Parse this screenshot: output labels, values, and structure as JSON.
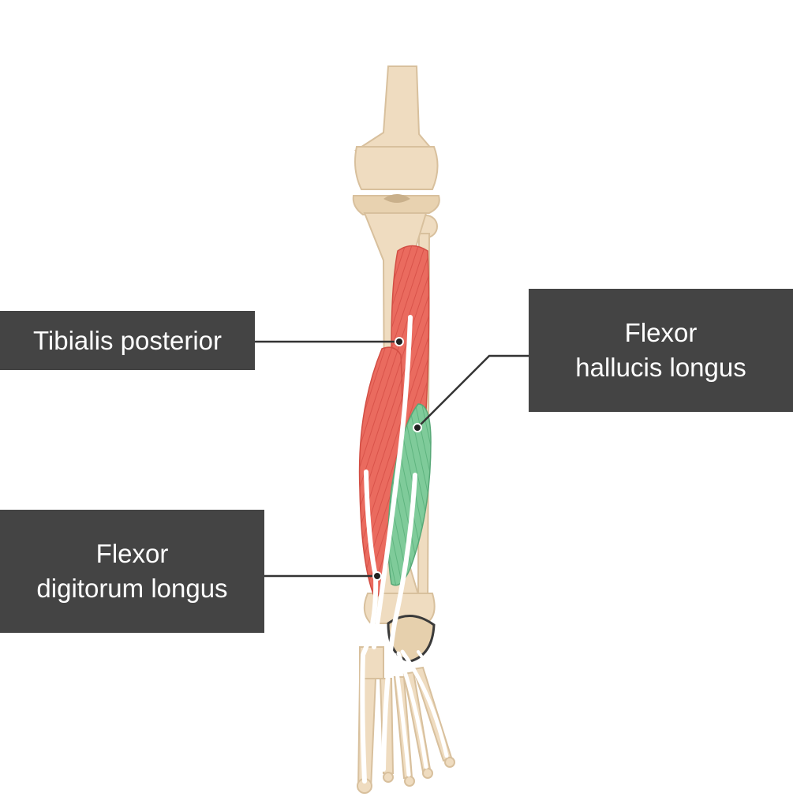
{
  "labels": {
    "tibialis_posterior": "Tibialis posterior",
    "flexor_hallucis_longus": {
      "line1": "Flexor",
      "line2": "hallucis longus"
    },
    "flexor_digitorum_longus": {
      "line1": "Flexor",
      "line2": "digitorum longus"
    }
  },
  "colors": {
    "label_background": "#444444",
    "label_text": "#ffffff",
    "bone": "#efdcc0",
    "muscle_red": "#ea6b5f",
    "muscle_green": "#79c797",
    "tendon": "#ffffff"
  }
}
